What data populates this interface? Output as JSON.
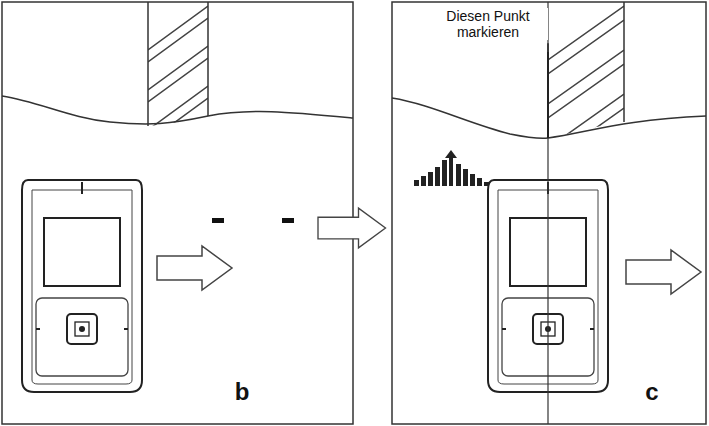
{
  "diagram": {
    "labels": [
      "Diesen Punkt markieren",
      "b",
      "c"
    ]
  }
}
